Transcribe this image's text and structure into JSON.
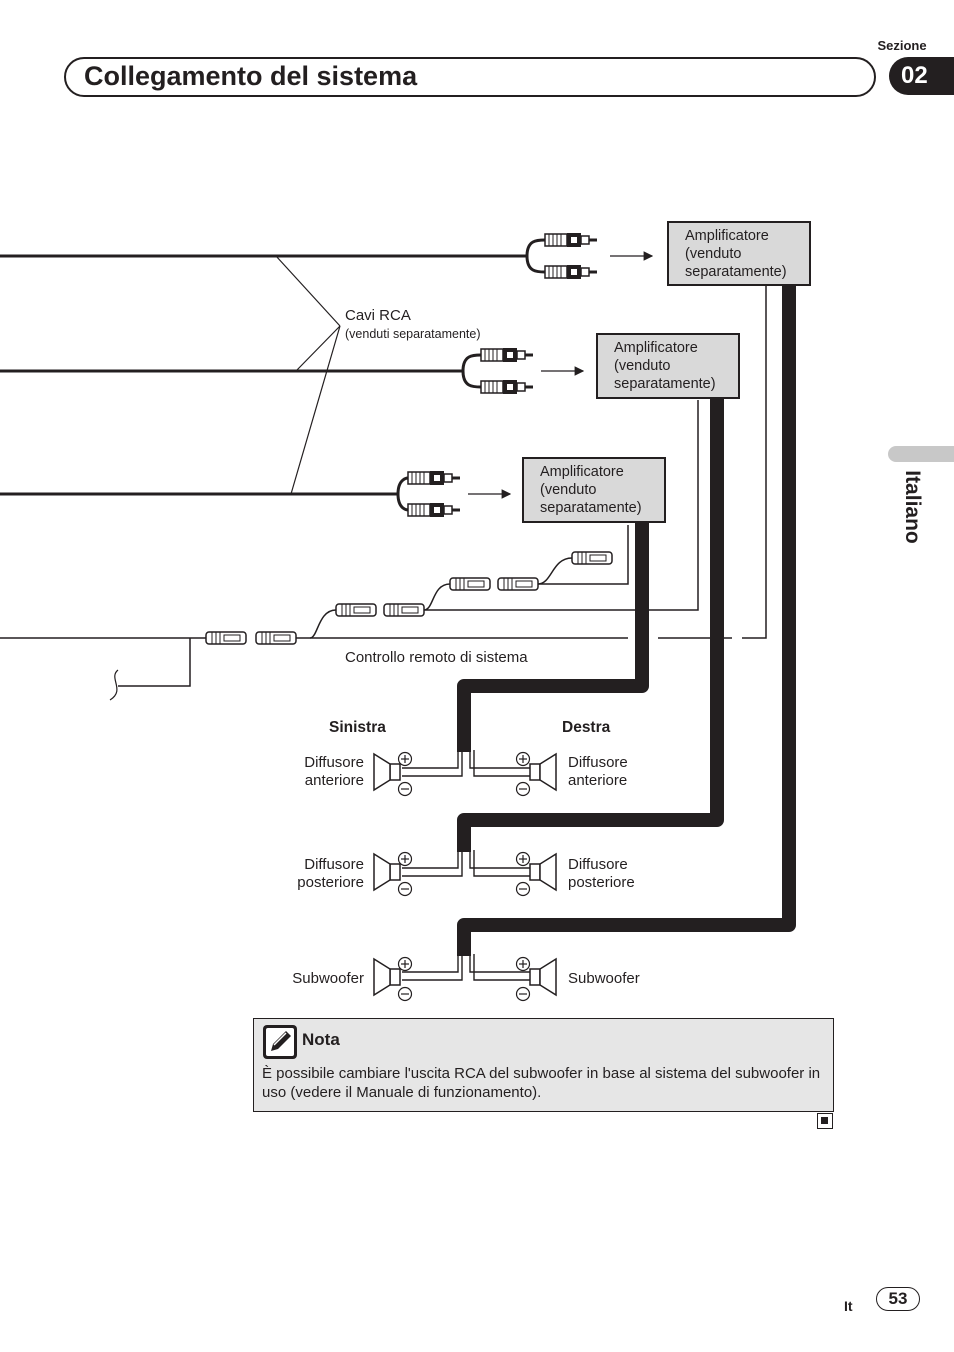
{
  "header": {
    "sezione_label": "Sezione",
    "title": "Collegamento del sistema",
    "section_number": "02"
  },
  "side_tab": {
    "language": "Italiano"
  },
  "diagram": {
    "amplifiers": [
      {
        "line1": "Amplificatore",
        "line2": "(venduto",
        "line3": "separatamente)"
      },
      {
        "line1": "Amplificatore",
        "line2": "(venduto",
        "line3": "separatamente)"
      },
      {
        "line1": "Amplificatore",
        "line2": "(venduto",
        "line3": "separatamente)"
      }
    ],
    "rca_label": "Cavi RCA",
    "rca_sublabel": "(venduti separatamente)",
    "remote_label": "Controllo remoto di sistema",
    "left_heading": "Sinistra",
    "right_heading": "Destra",
    "front_left": {
      "line1": "Diffusore",
      "line2": "anteriore"
    },
    "front_right": {
      "line1": "Diffusore",
      "line2": "anteriore"
    },
    "rear_left": {
      "line1": "Diffusore",
      "line2": "posteriore"
    },
    "rear_right": {
      "line1": "Diffusore",
      "line2": "posteriore"
    },
    "sub_left": "Subwoofer",
    "sub_right": "Subwoofer",
    "plus_symbol": "+",
    "minus_symbol": "−"
  },
  "note": {
    "title": "Nota",
    "text": "È possibile cambiare l'uscita RCA del subwoofer in base al sistema del subwoofer in uso (vedere il Manuale di funzionamento)."
  },
  "footer": {
    "lang_code": "It",
    "page_number": "53"
  }
}
